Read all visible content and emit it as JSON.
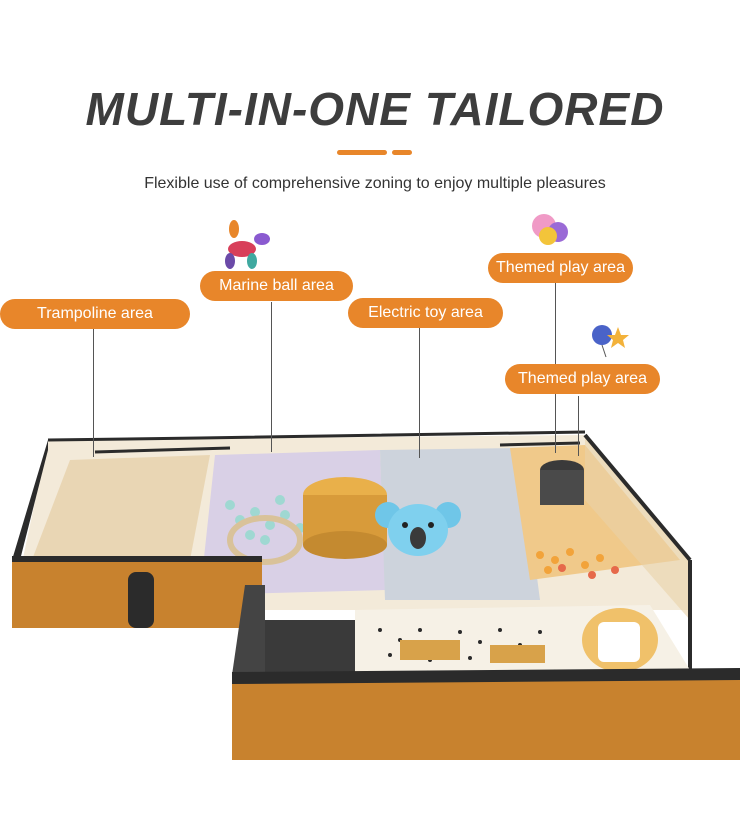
{
  "header": {
    "title": "MULTI-IN-ONE TAILORED",
    "subtitle": "Flexible use of comprehensive zoning to enjoy multiple pleasures"
  },
  "labels": {
    "trampoline": "Trampoline area",
    "marine_ball": "Marine ball area",
    "electric_toy": "Electric toy area",
    "themed_play_1": "Themed play area",
    "themed_play_2": "Themed play area"
  },
  "colors": {
    "accent": "#e8862a",
    "title": "#3d3d3d",
    "wall": "#c8822e",
    "frame": "#2b2b2b"
  },
  "icons": {
    "balloon_dog": "balloon-dog-icon",
    "balloons_pink": "balloons-icon",
    "balloons_blue": "balloon-star-icon",
    "koala_mascot": "koala-mascot"
  }
}
